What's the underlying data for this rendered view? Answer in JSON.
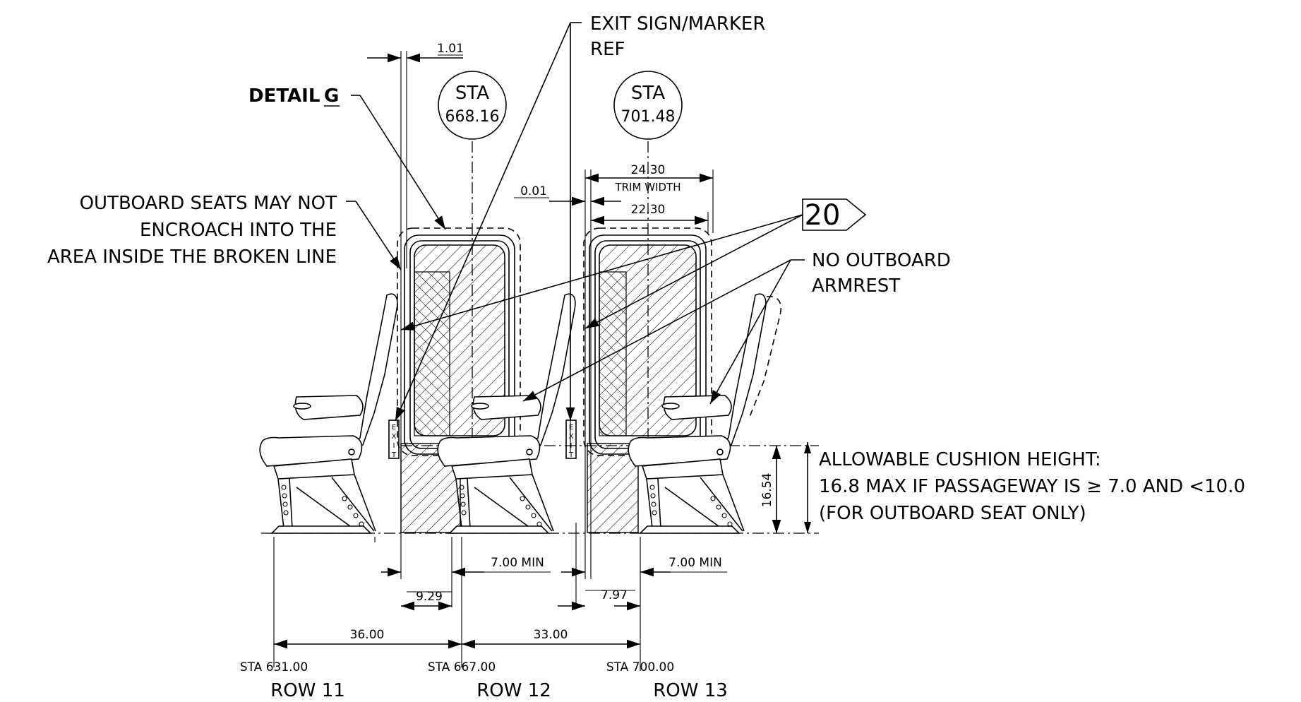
{
  "labels": {
    "detail": "DETAIL",
    "detail_ref": "G",
    "exit_sign_line1": "EXIT SIGN/MARKER",
    "exit_sign_line2": "REF",
    "outboard_note_line1": "OUTBOARD SEATS MAY NOT",
    "outboard_note_line2": "ENCROACH INTO THE",
    "outboard_note_line3": "AREA INSIDE THE BROKEN LINE",
    "no_armrest_line1": "NO OUTBOARD",
    "no_armrest_line2": "ARMREST",
    "cushion_line1": "ALLOWABLE CUSHION HEIGHT:",
    "cushion_line2": "16.8 MAX IF PASSAGEWAY IS ≥ 7.0 AND <10.0",
    "cushion_line3": "(FOR OUTBOARD SEAT ONLY)",
    "note_flag": "20",
    "exit_placard": "EXIT"
  },
  "stations": {
    "sta_circle_1_top": "STA",
    "sta_circle_1_value": "668.16",
    "sta_circle_2_top": "STA",
    "sta_circle_2_value": "701.48",
    "sta_631": "STA 631.00",
    "sta_667": "STA 667.00",
    "sta_700": "STA 700.00"
  },
  "rows": {
    "row_11": "ROW 11",
    "row_12": "ROW 12",
    "row_13": "ROW 13"
  },
  "dimensions": {
    "d_1_01": "1.01",
    "d_0_01": "0.01",
    "d_24_30": "24.30",
    "trim_width": "TRIM WIDTH",
    "d_22_30": "22.30",
    "d_16_54": "16.54",
    "d_7_00_min_a": "7.00 MIN",
    "d_7_00_min_b": "7.00 MIN",
    "d_9_29": "9.29",
    "d_7_97": "7.97",
    "d_36_00": "36.00",
    "d_33_00": "33.00"
  }
}
